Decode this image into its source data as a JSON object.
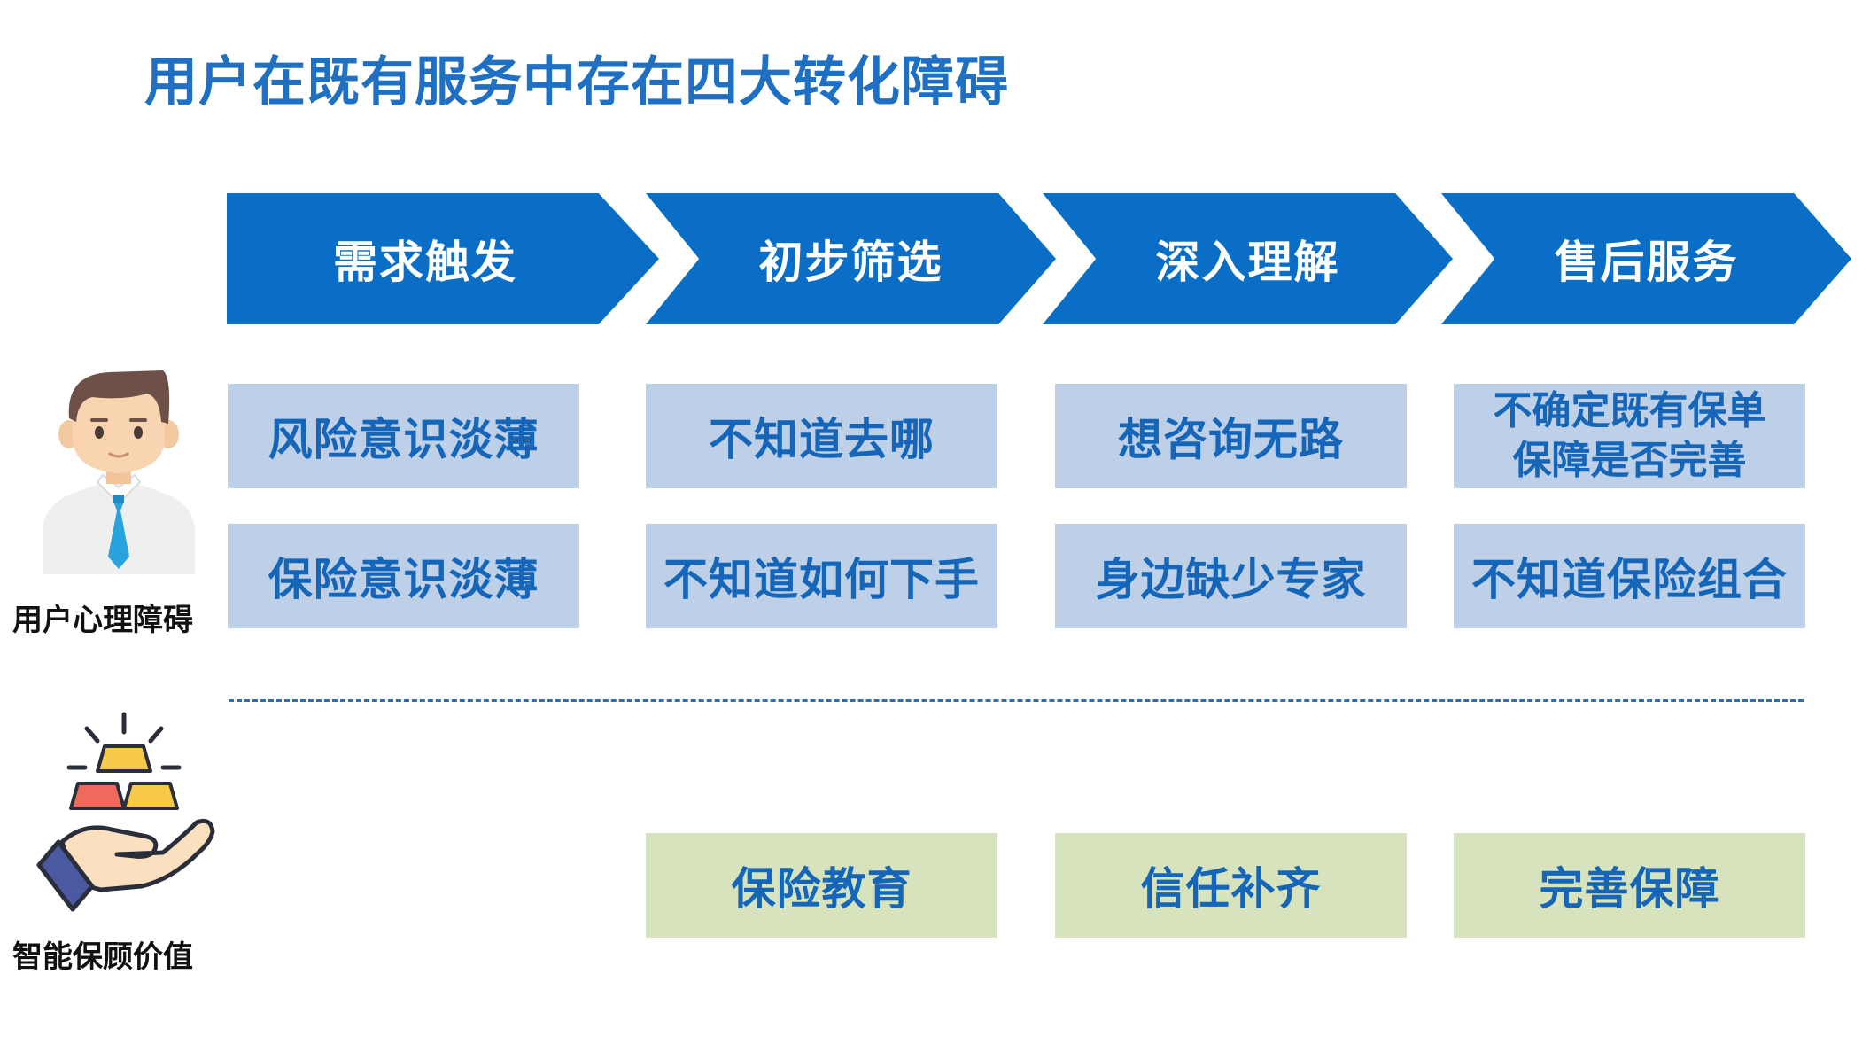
{
  "title": "用户在既有服务中存在四大转化障碍",
  "stages": [
    {
      "label": "需求触发"
    },
    {
      "label": "初步筛选"
    },
    {
      "label": "深入理解"
    },
    {
      "label": "售后服务"
    }
  ],
  "obstacles_row1": [
    {
      "text": "风险意识淡薄"
    },
    {
      "text": "不知道去哪"
    },
    {
      "text": "想咨询无路"
    },
    {
      "line1": "不确定既有保单",
      "line2": "保障是否完善"
    }
  ],
  "obstacles_row2": [
    {
      "text": "保险意识淡薄"
    },
    {
      "text": "不知道如何下手"
    },
    {
      "text": "身边缺少专家"
    },
    {
      "text": "不知道保险组合"
    }
  ],
  "values": [
    {
      "text": "保险教育"
    },
    {
      "text": "信任补齐"
    },
    {
      "text": "完善保障"
    }
  ],
  "side_labels": {
    "psychology": "用户心理障碍",
    "value": "智能保顾价值"
  },
  "icons": {
    "user": "businessman-icon",
    "value": "hand-gold-bars-icon"
  },
  "colors": {
    "title": "#1f6fc3",
    "chevron": "#0a6ec7",
    "obstacle_box": "#bdd0e8",
    "value_box": "#d6e3bd",
    "box_text": "#1565b8"
  }
}
